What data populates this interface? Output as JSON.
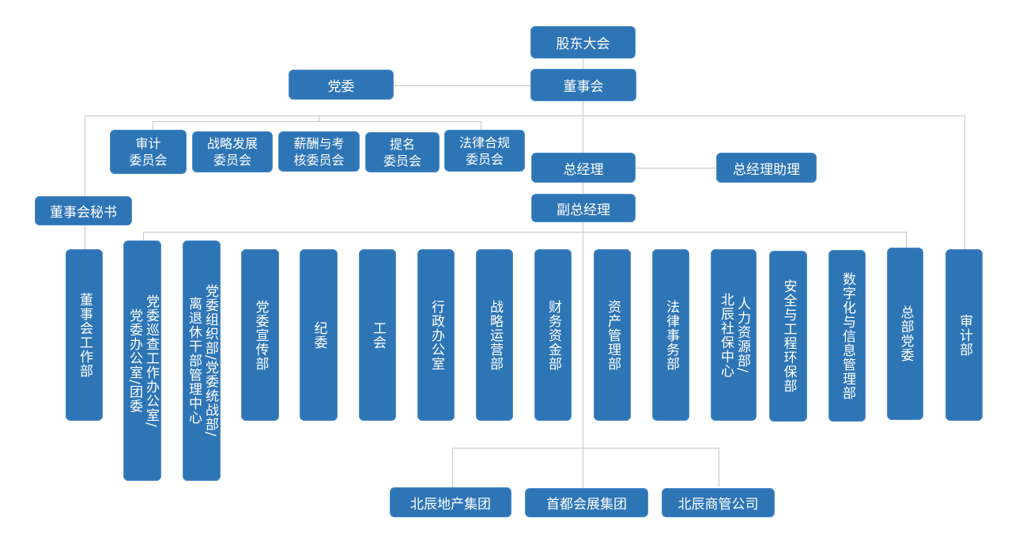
{
  "colors": {
    "box": "#2e75b6",
    "box_border": "#4f8fcc",
    "text": "#ffffff",
    "connector": "#c6c6c6",
    "background": "#ffffff"
  },
  "top": {
    "shareholders": "股东大会",
    "board": "董事会",
    "party_committee": "党委",
    "board_secretary": "董事会秘书",
    "general_manager": "总经理",
    "gm_assistant": "总经理助理",
    "deputy_gm": "副总经理"
  },
  "committees": [
    {
      "lines": [
        "审计",
        "委员会"
      ]
    },
    {
      "lines": [
        "战略发展",
        "委员会"
      ]
    },
    {
      "lines": [
        "薪酬与考",
        "核委员会"
      ]
    },
    {
      "lines": [
        "提名",
        "委员会"
      ]
    },
    {
      "lines": [
        "法律合规",
        "委员会"
      ]
    }
  ],
  "departments": [
    {
      "lines": [
        "董事会工作部"
      ]
    },
    {
      "lines": [
        "党委巡查工作办公室/",
        "党委办公室/团委"
      ]
    },
    {
      "lines": [
        "党委组织部/党委统战部/",
        "离退休干部管理中心"
      ]
    },
    {
      "lines": [
        "党委宣传部"
      ]
    },
    {
      "lines": [
        "纪委"
      ]
    },
    {
      "lines": [
        "工会"
      ]
    },
    {
      "lines": [
        "行政办公室"
      ]
    },
    {
      "lines": [
        "战略运营部"
      ]
    },
    {
      "lines": [
        "财务资金部"
      ]
    },
    {
      "lines": [
        "资产管理部"
      ]
    },
    {
      "lines": [
        "法律事务部"
      ]
    },
    {
      "lines": [
        "人力资源部/",
        "北辰社保中心"
      ]
    },
    {
      "lines": [
        "安全与工程环保部"
      ]
    },
    {
      "lines": [
        "数字化与信息管理部"
      ]
    },
    {
      "lines": [
        "总部党委"
      ]
    },
    {
      "lines": [
        "审计部"
      ]
    }
  ],
  "subsidiaries": [
    "北辰地产集团",
    "首都会展集团",
    "北辰商管公司"
  ]
}
